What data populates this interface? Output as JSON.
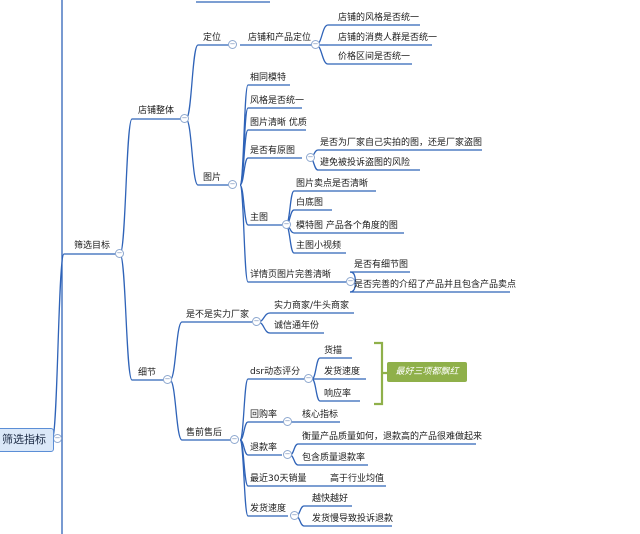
{
  "root": "筛选指标",
  "level1": "筛选目标",
  "store_overall": {
    "label": "店铺整体",
    "positioning": {
      "label": "定位",
      "sub": "店铺和产品定位",
      "items": [
        "店铺的风格是否统一",
        "店铺的消费人群是否统一",
        "价格区间是否统一"
      ]
    },
    "images": {
      "label": "图片",
      "items": [
        "相同模特",
        "风格是否统一",
        "图片清晰 优质"
      ],
      "original": {
        "label": "是否有原图",
        "items": [
          "是否为厂家自己实拍的图，还是厂家盗图",
          "避免被投诉盗图的风险"
        ]
      },
      "main": {
        "label": "主图",
        "items": [
          "图片卖点是否清晰",
          "白底图",
          "模特图  产品各个角度的图",
          "主图小视频"
        ]
      },
      "detail": {
        "label": "详情页图片完善清晰",
        "items": [
          "是否有细节图",
          "是否完善的介绍了产品并且包含产品卖点"
        ]
      }
    }
  },
  "details": {
    "label": "细节",
    "strength": {
      "label": "是不是实力厂家",
      "items": [
        "实力商家/牛头商家",
        "诚信通年份"
      ]
    },
    "presale": {
      "label": "售前售后",
      "dsr": {
        "label": "dsr动态评分",
        "items": [
          "货描",
          "发货速度",
          "响应率"
        ],
        "callout": "最好三项都飘红"
      },
      "repurchase": {
        "label": "回购率",
        "item": "核心指标"
      },
      "refund": {
        "label": "退款率",
        "items": [
          "衡量产品质量如何，退款高的产品很难做起来",
          "包含质量退款率"
        ]
      },
      "sales30": {
        "label": "最近30天销量",
        "item": "高于行业均值"
      },
      "shipping": {
        "label": "发货速度",
        "items": [
          "越快越好",
          "发货慢导致投诉退款"
        ]
      }
    }
  }
}
